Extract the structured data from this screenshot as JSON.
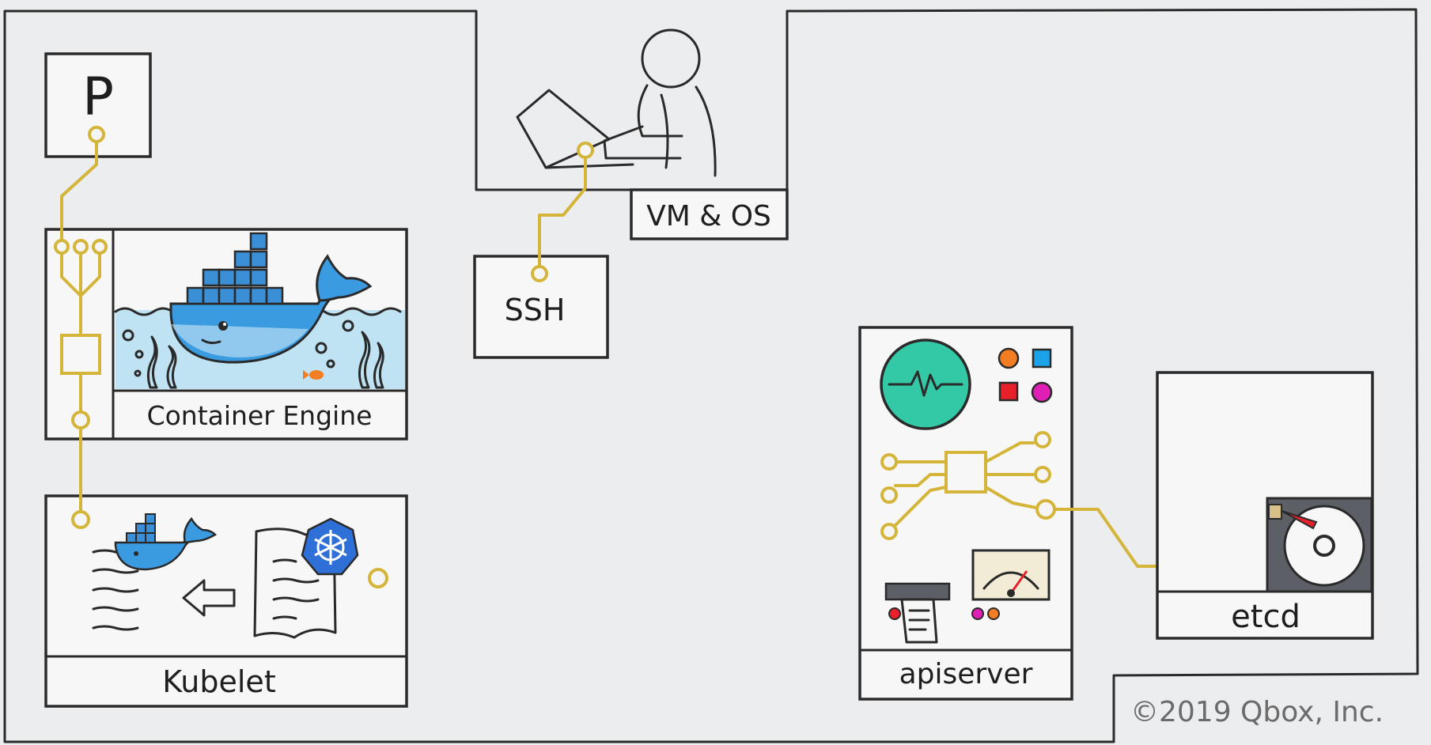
{
  "labels": {
    "pod": "P",
    "container_engine": "Container Engine",
    "kubelet": "Kubelet",
    "vm_os": "VM & OS",
    "ssh": "SSH",
    "apiserver": "apiserver",
    "etcd": "etcd",
    "copyright": "©2019 Qbox, Inc."
  },
  "colors": {
    "wire": "#d4b53a",
    "ink": "#2a2a2a",
    "docker_blue": "#3b9be0",
    "water": "#bfe3f2",
    "monitor": "#34c9a6",
    "kube_blue": "#2f6fd8",
    "disk_gray": "#5c5f66",
    "orange": "#f27d22",
    "cyan": "#1aa3e8",
    "red": "#e8202a",
    "magenta": "#e01fb6"
  },
  "icons": [
    "docker-whale-icon",
    "person-laptop-icon",
    "kubernetes-wheel-icon",
    "oscilloscope-icon",
    "gauge-icon",
    "printer-icon",
    "hard-disk-icon",
    "arrow-left-icon",
    "fish-icon"
  ]
}
